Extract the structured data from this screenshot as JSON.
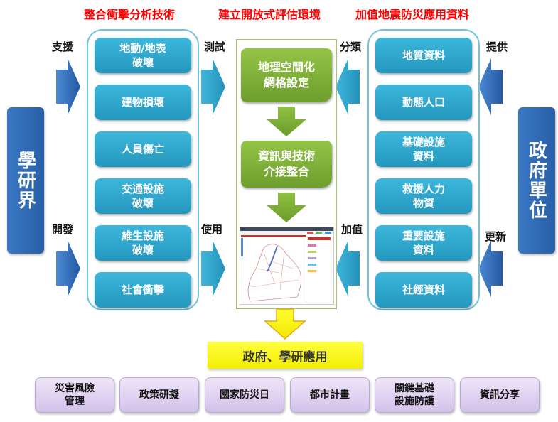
{
  "titles": {
    "left": "整合衝擊分析技術",
    "center": "建立開放式評估環境",
    "right": "加值地震防災應用資料"
  },
  "flow_labels": {
    "support": "支援",
    "develop": "開發",
    "test": "測試",
    "use": "使用",
    "classify": "分類",
    "add_value": "加值",
    "provide": "提供",
    "update": "更新"
  },
  "actors": {
    "academia": "學研界",
    "government": "政府單位"
  },
  "impact_analysis": [
    "地動/地表\n破壞",
    "建物損壞",
    "人員傷亡",
    "交通設施\n破壞",
    "維生設施\n破壞",
    "社會衝擊"
  ],
  "center_steps": [
    "地理空間化\n網格設定",
    "資訊與技術\n介接整合"
  ],
  "center_screenshot": "map-application-screenshot",
  "earthquake_data": [
    "地質資料",
    "動態人口",
    "基礎設施\n資料",
    "救援人力\n物資",
    "重要設施\n資料",
    "社經資料"
  ],
  "applications_header": "政府、學研應用",
  "applications": [
    "災害風險\n管理",
    "政策研擬",
    "國家防災日",
    "都市計畫",
    "關鍵基礎\n設施防護",
    "資訊分享"
  ],
  "colors": {
    "title_red": "#ff0000",
    "cyan_box": "#2ea9d0",
    "dark_blue": "#2f6bb5",
    "green_box": "#7fb13a",
    "purple_box": "#dccbee",
    "yellow_box": "#ffff1a"
  }
}
